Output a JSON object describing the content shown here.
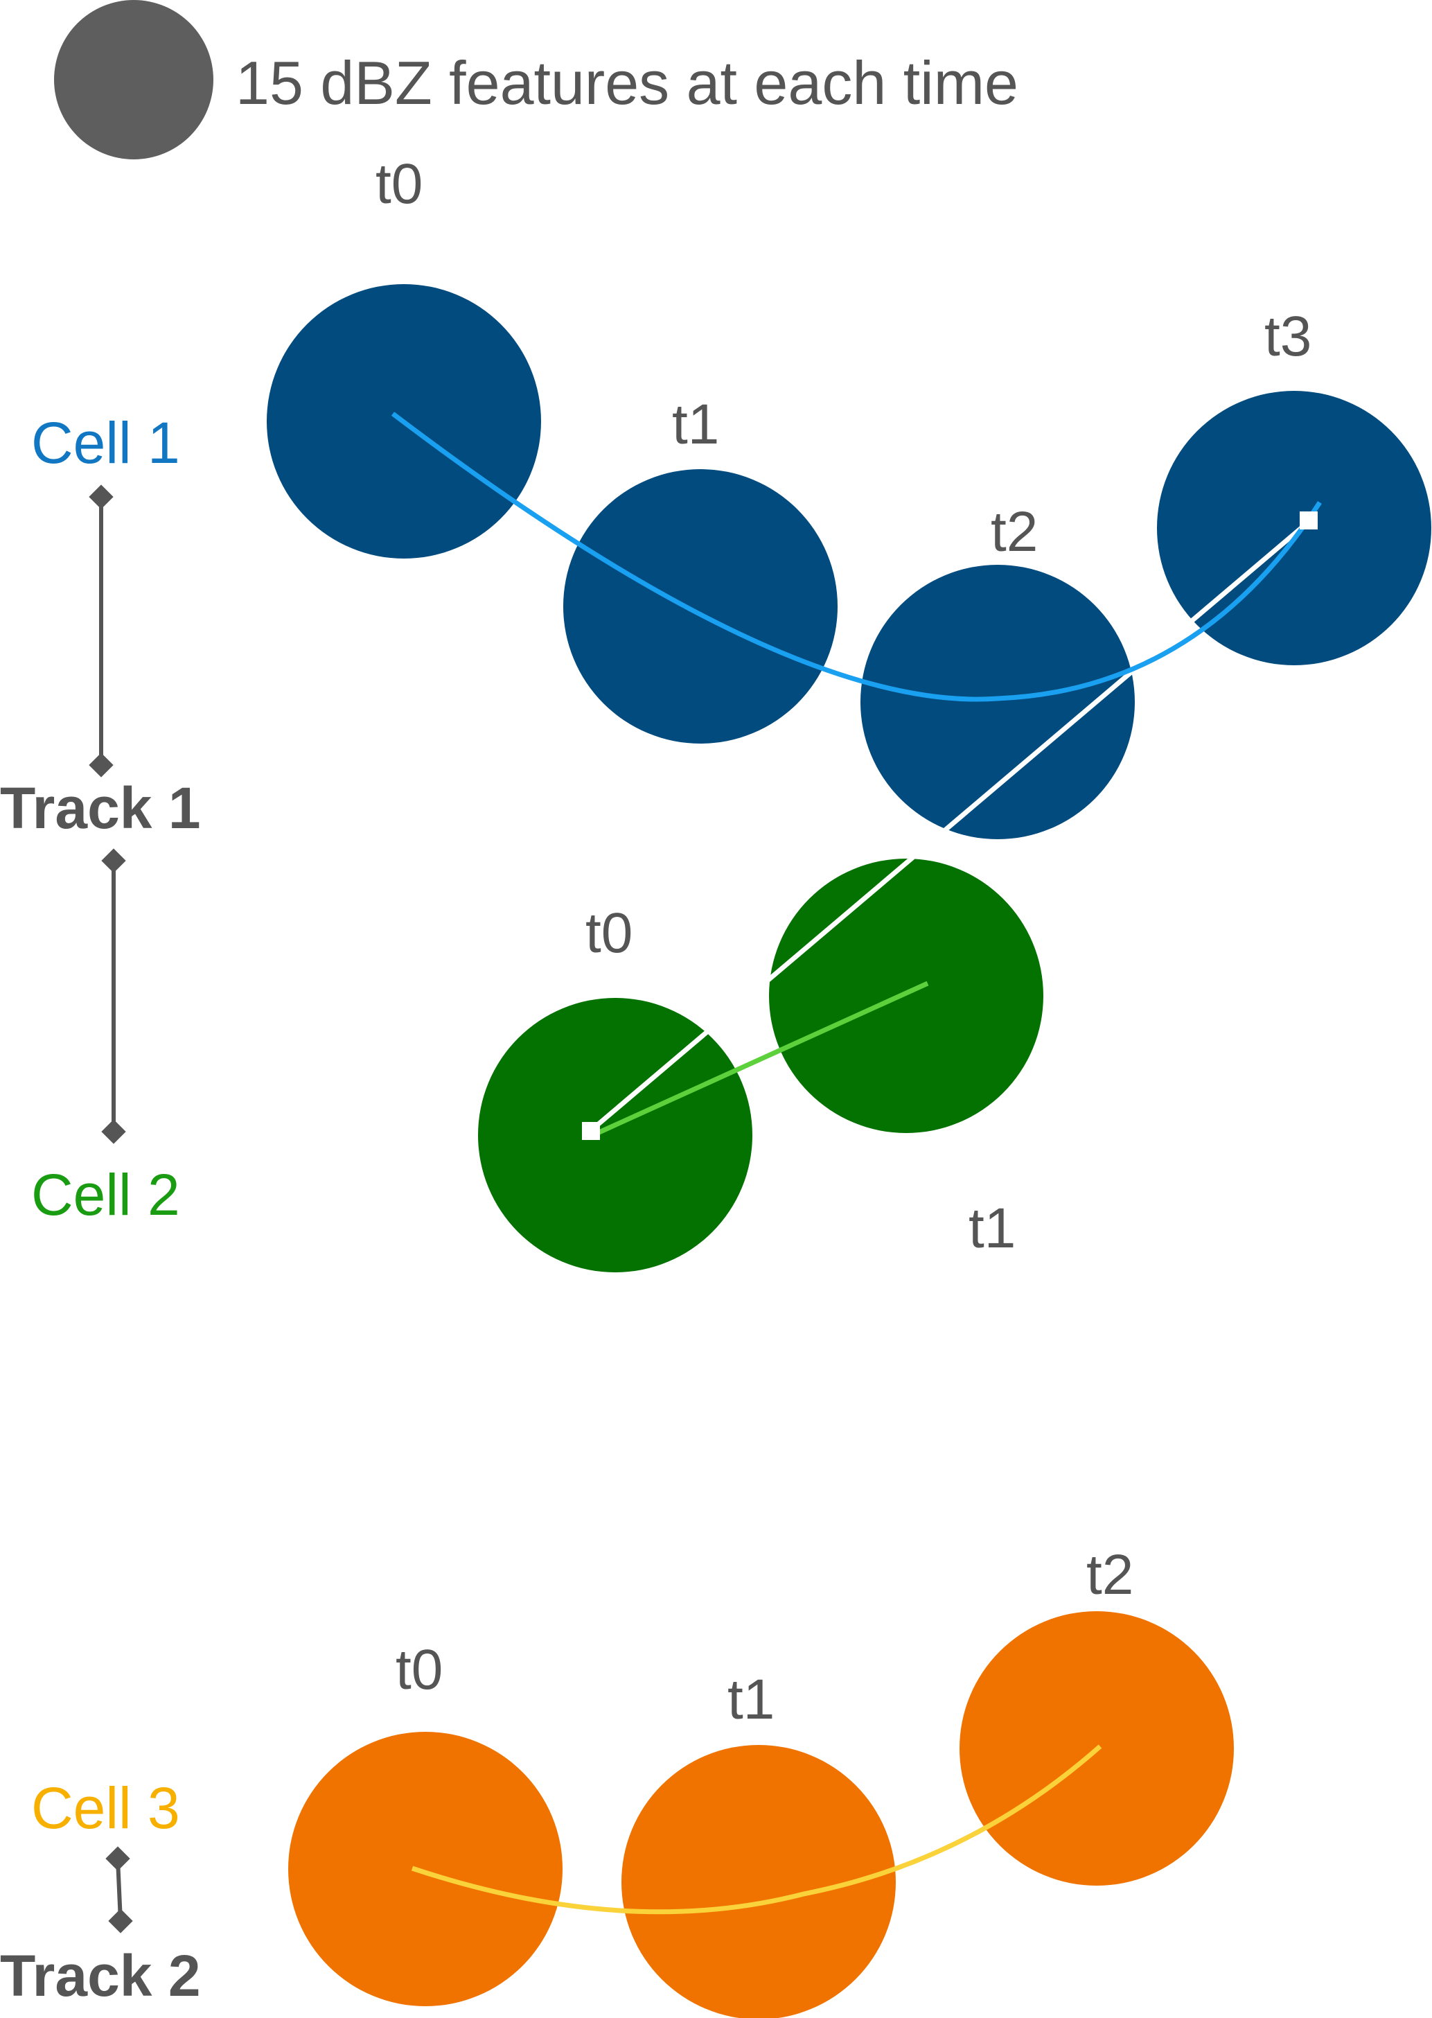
{
  "legend": {
    "label": "15 dBZ features at each time"
  },
  "colors": {
    "legend_dot": "#5e5e5e",
    "cell1_fill": "#024b7e",
    "cell1_track": "#1aa0f0",
    "cell1_label": "#1177c2",
    "cell2_fill": "#037200",
    "cell2_track": "#5cd13c",
    "cell2_label": "#1a9c12",
    "cell3_fill": "#f07300",
    "cell3_track": "#fad23a",
    "cell3_label": "#f7b000",
    "connector": "#555555",
    "split_line": "#ffffff"
  },
  "cells": [
    {
      "name": "Cell 1",
      "times": [
        "t0",
        "t1",
        "t2",
        "t3"
      ]
    },
    {
      "name": "Cell 2",
      "times": [
        "t0",
        "t1"
      ]
    },
    {
      "name": "Cell 3",
      "times": [
        "t0",
        "t1",
        "t2"
      ]
    }
  ],
  "tracks": [
    {
      "name": "Track 1"
    },
    {
      "name": "Track 2"
    }
  ]
}
